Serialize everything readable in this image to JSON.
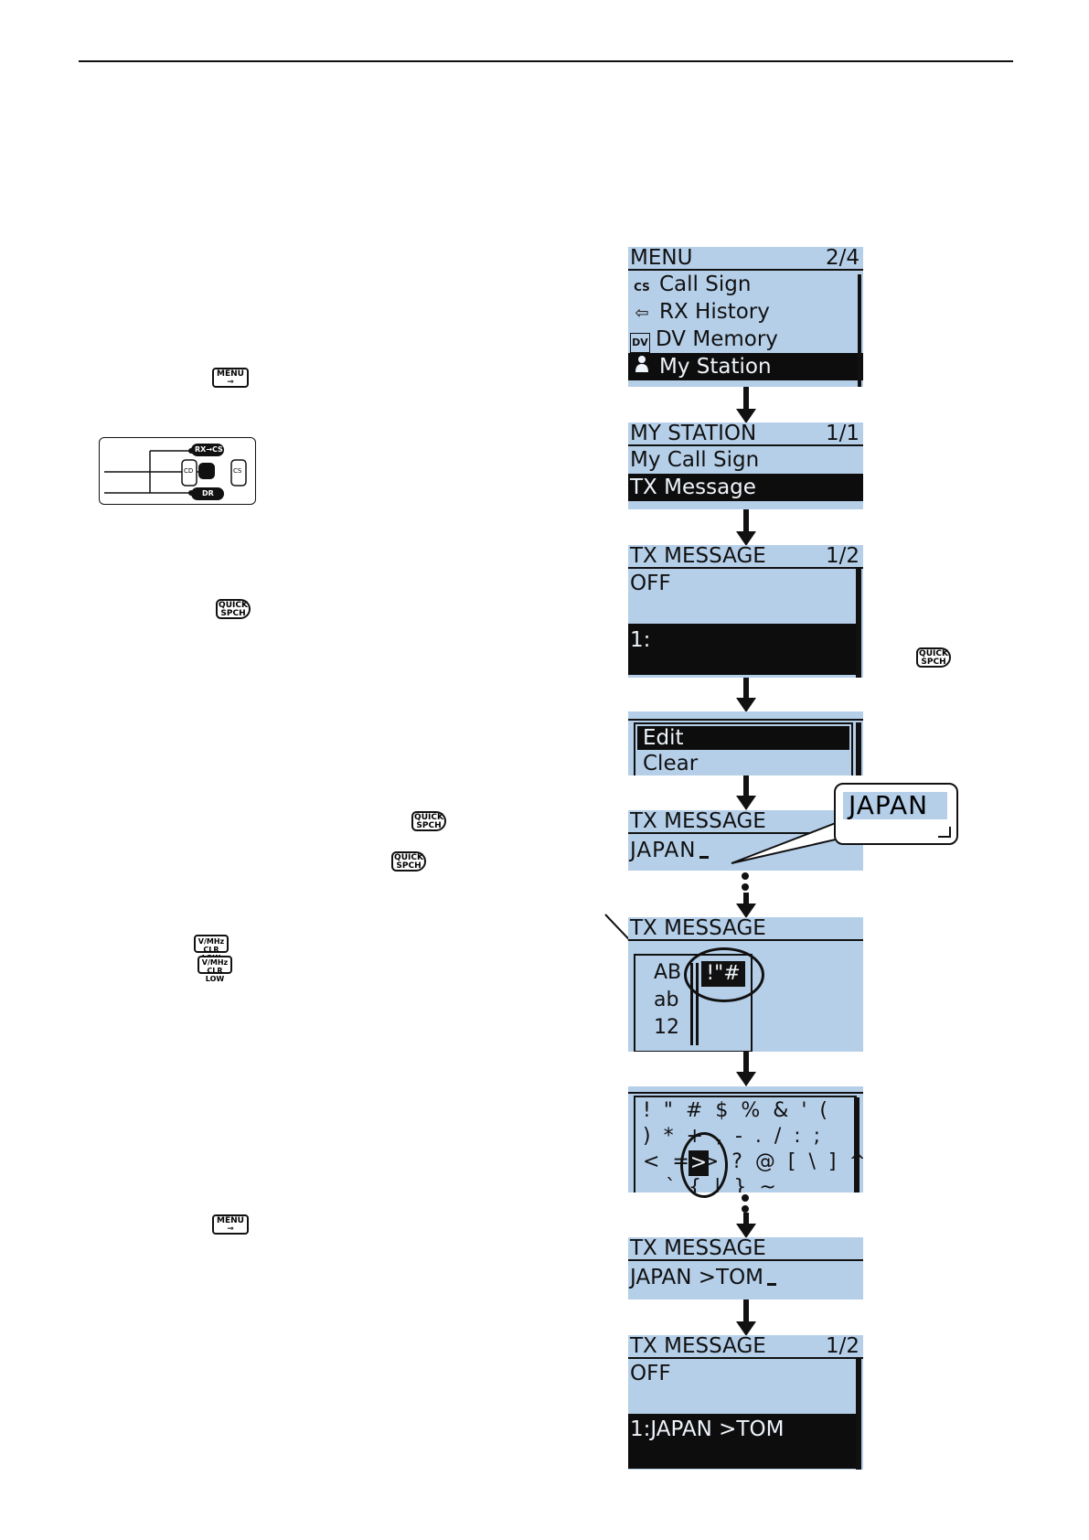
{
  "keys": {
    "menu": "MENU",
    "quick": "QUICK",
    "spch": "SPCH",
    "vmhz": "V/MHz",
    "clr_low": "CLR LOW"
  },
  "keypad": {
    "rxcs": "RX→CS",
    "cd": "CD",
    "cs": "CS",
    "dr": "DR"
  },
  "screen1": {
    "title": "MENU",
    "page": "2/4",
    "items": [
      {
        "icon": "CS",
        "label": "Call Sign"
      },
      {
        "icon": "⇦",
        "label": "RX History"
      },
      {
        "icon": "DV",
        "label": "DV Memory"
      },
      {
        "icon": "👤",
        "label": "My Station"
      }
    ]
  },
  "screen2": {
    "title": "MY STATION",
    "page": "1/1",
    "items": [
      "My Call Sign",
      "TX Message"
    ]
  },
  "screen3": {
    "title": "TX MESSAGE",
    "page": "1/2",
    "items": [
      "OFF",
      "1:"
    ]
  },
  "screen4": {
    "items": [
      "Edit",
      "Clear"
    ]
  },
  "screen5": {
    "title": "TX MESSAGE",
    "value": "JAPAN",
    "balloon": "JAPAN"
  },
  "screen6": {
    "title": "TX MESSAGE",
    "modes": [
      "AB",
      "ab",
      "12"
    ],
    "selected_mode": "!\"#"
  },
  "screen7": {
    "rows": [
      "!  \"  #  $  %  &  '  (",
      ")  *  +  ,  -  .  /  :  ;",
      "<  =  >  ?  @  [  \\  ]  ^",
      "_  `  {  |  }  ~"
    ],
    "selected": ">"
  },
  "screen8": {
    "title": "TX MESSAGE",
    "value": "JAPAN >TOM"
  },
  "screen9": {
    "title": "TX MESSAGE",
    "page": "1/2",
    "items": [
      "OFF",
      "1:JAPAN >TOM"
    ]
  }
}
